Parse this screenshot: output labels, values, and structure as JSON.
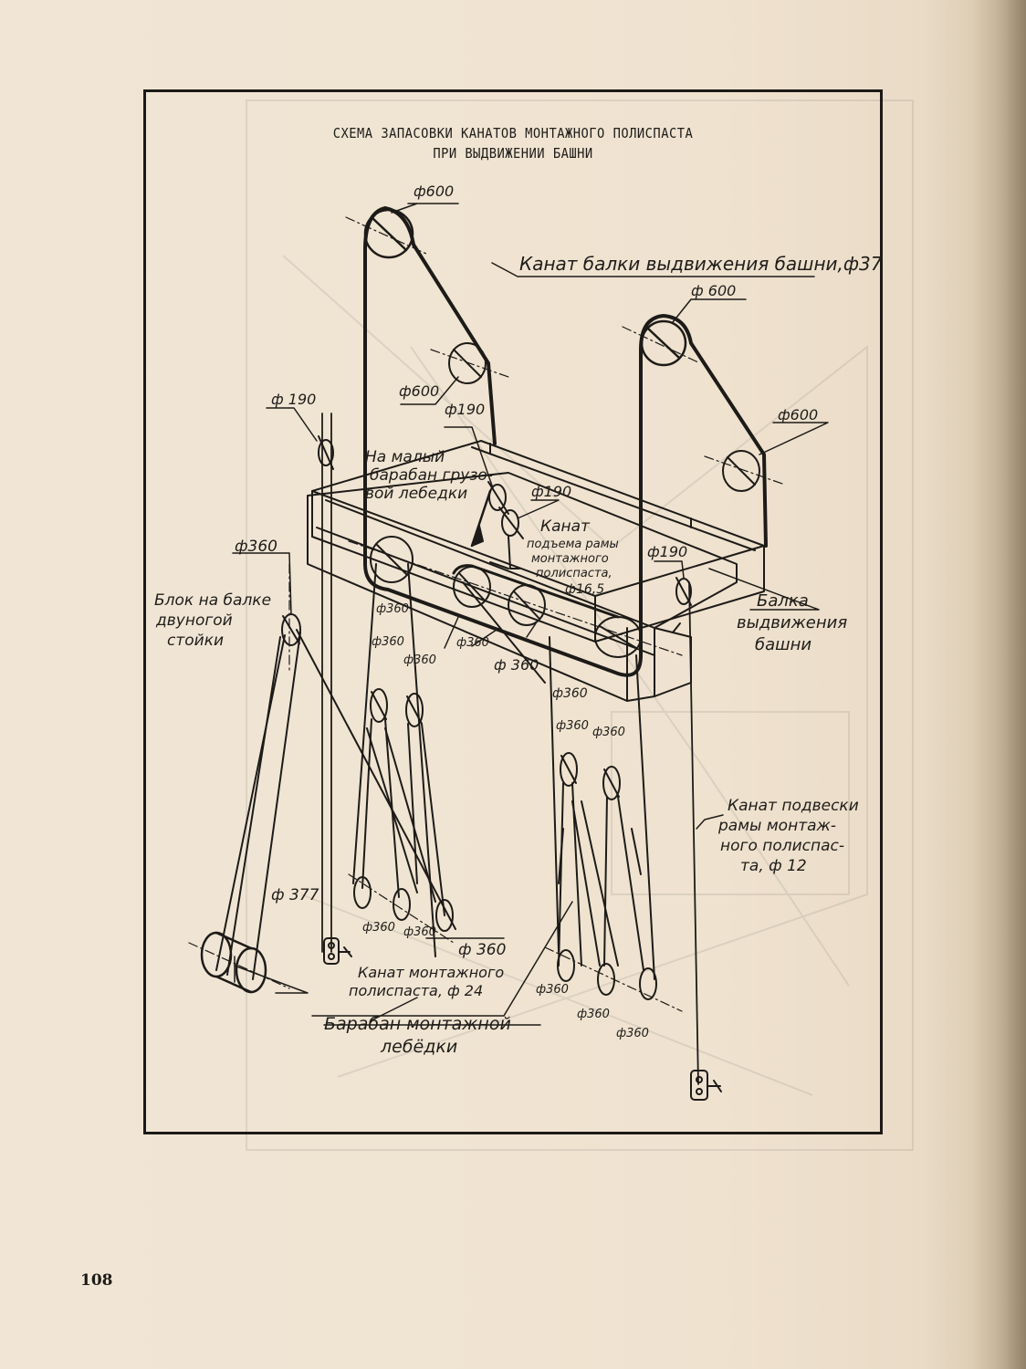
{
  "page": {
    "number": "108"
  },
  "diagram": {
    "title_line1": "СХЕМА ЗАПАСОВКИ КАНАТОВ МОНТАЖНОГО ПОЛИСПАСТА",
    "title_line2": "ПРИ ВЫДВИЖЕНИИ БАШНИ",
    "labels": {
      "phi600_top": "ф600",
      "phi600_right": "ф 600",
      "phi600_mid": "ф600",
      "phi600_far_right": "ф600",
      "phi190_a": "ф190",
      "phi190_b": "ф190",
      "phi190_left": "ф 190",
      "phi190_right": "ф190",
      "phi360_block": "ф360",
      "phi360_1": "ф360",
      "phi360_2": "ф360",
      "phi360_3": "ф360",
      "phi360_4": "ф360",
      "phi360_5": "ф 360",
      "phi360_6": "ф360",
      "phi360_7": "ф360",
      "phi360_8": "ф360",
      "phi360_9": "ф360",
      "phi360_10": "ф360",
      "phi360_11": "ф 360",
      "phi360_12": "ф360",
      "phi360_13": "ф360",
      "phi360_14": "ф360",
      "phi377": "ф 377",
      "rope_beam_1": "Канат балки выдвижения башни,ф37",
      "small_drum_1": "На малый",
      "small_drum_2": "барабан грузо-",
      "small_drum_3": "вой лебедки",
      "lift_rope_1": "Канат",
      "lift_rope_2": "подъема рамы",
      "lift_rope_3": "монтажного",
      "lift_rope_4": "полиспаста,",
      "lift_rope_5": "ф16,5",
      "beam_1": "Балка",
      "beam_2": "выдвижения",
      "beam_3": "башни",
      "block_1": "Блок на балке",
      "block_2": "двуногой",
      "block_3": "стойки",
      "susp_1": "Канат подвески",
      "susp_2": "рамы монтаж-",
      "susp_3": "ного полиспас-",
      "susp_4": "та, ф 12",
      "mont_rope_1": "Канат монтажного",
      "mont_rope_2": "полиспаста, ф 24",
      "drum_1": "Барабан монтажной",
      "drum_2": "лебёдки"
    }
  }
}
